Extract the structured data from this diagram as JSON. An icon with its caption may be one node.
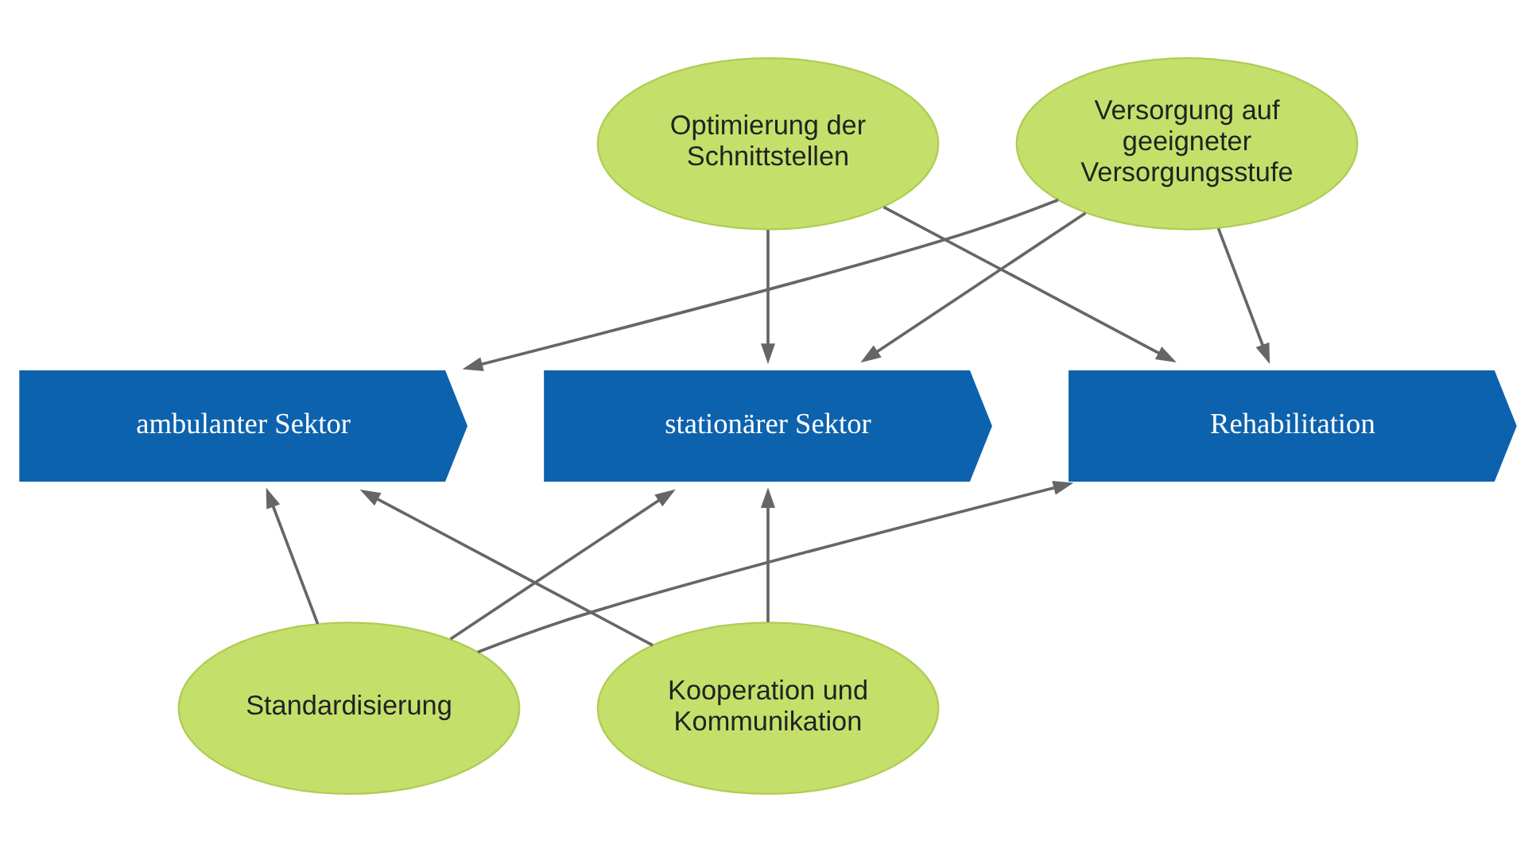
{
  "diagram": {
    "nodes": [
      {
        "text": [
          "Optimierung der Schnittstellen"
        ]
      },
      {
        "text": [
          "Versorgung auf geeigneter Versorgungsstufe"
        ]
      },
      {
        "text": [
          "ambulanter Sektor"
        ]
      },
      {
        "text": [
          "stationärer Sektor"
        ]
      },
      {
        "text": [
          "Rehabilitation"
        ]
      },
      {
        "text": [
          "Standardisierung"
        ]
      },
      {
        "text": [
          "Kooperation und Kommunikation"
        ]
      }
    ],
    "edges": [
      {
        "from": 0,
        "to": 3,
        "arrow": "to"
      },
      {
        "from": 0,
        "to": 4,
        "arrow": "to"
      },
      {
        "from": 1,
        "to": 2,
        "arrow": "to"
      },
      {
        "from": 1,
        "to": 3,
        "arrow": "to"
      },
      {
        "from": 1,
        "to": 4,
        "arrow": "to"
      },
      {
        "from": 5,
        "to": 2,
        "arrow": "to"
      },
      {
        "from": 5,
        "to": 3,
        "arrow": "to"
      },
      {
        "from": 5,
        "to": 4,
        "arrow": "to"
      },
      {
        "from": 6,
        "to": 2,
        "arrow": "to"
      },
      {
        "from": 6,
        "to": 3,
        "arrow": "to"
      }
    ]
  }
}
